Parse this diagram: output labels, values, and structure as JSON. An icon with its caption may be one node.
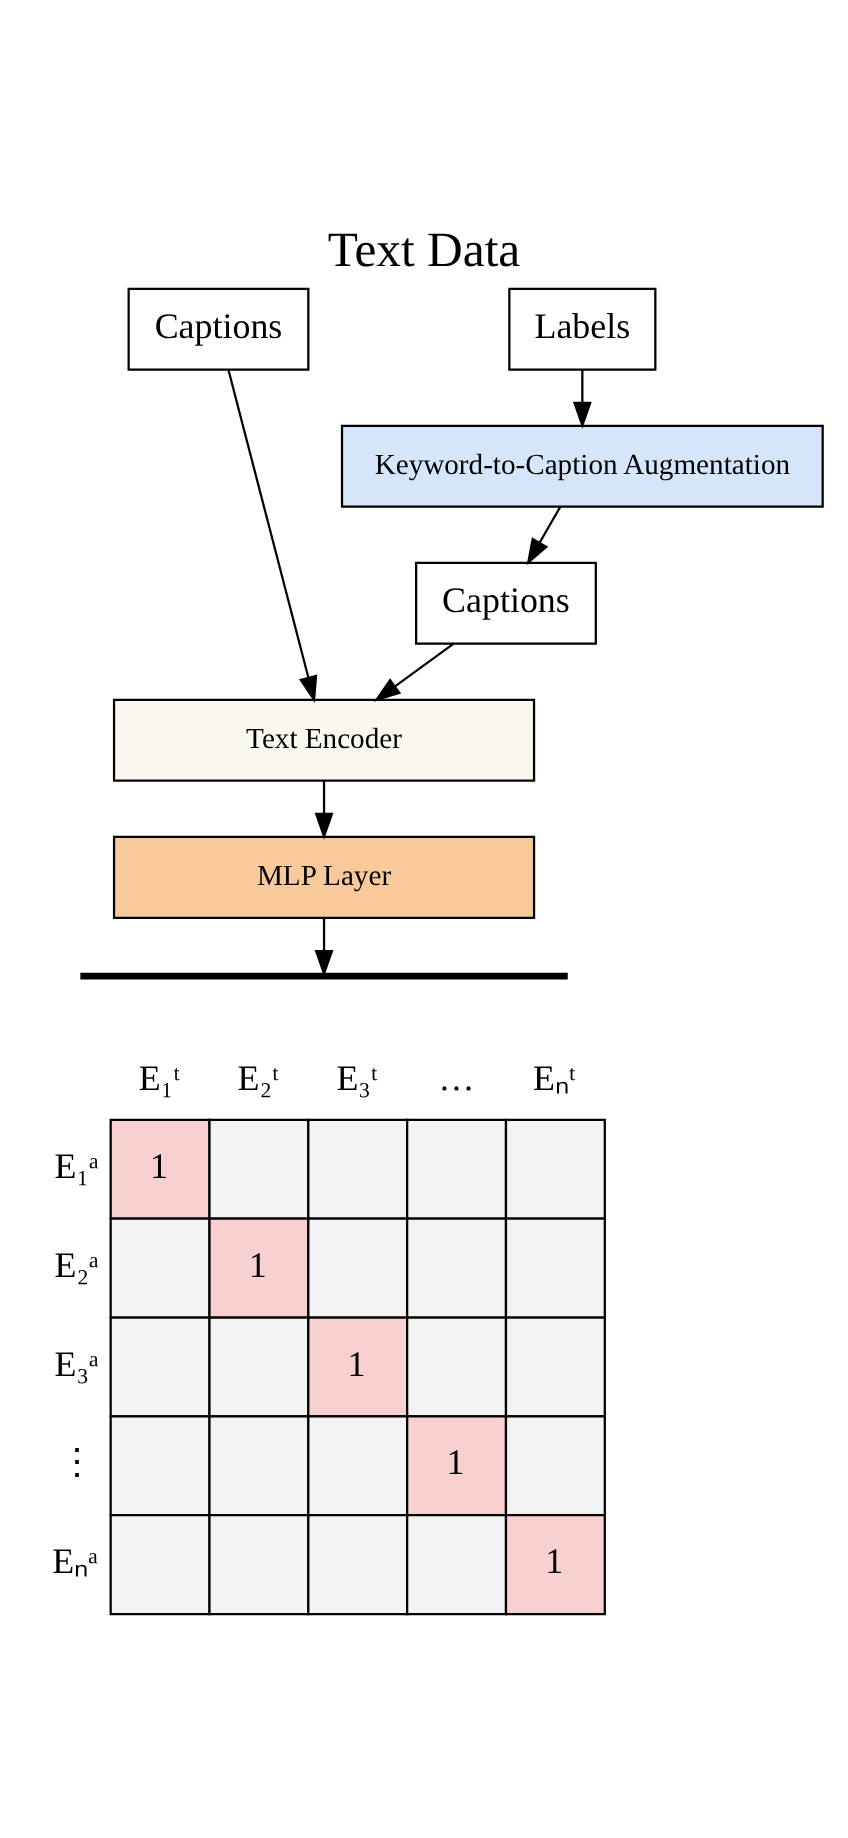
{
  "diagram": {
    "title": "Text Data",
    "nodes": [
      {
        "text": [
          "Captions"
        ]
      },
      {
        "text": [
          "Labels"
        ]
      },
      {
        "text": [
          "Keyword-to-Caption Augmentation"
        ]
      },
      {
        "text": [
          "Captions"
        ]
      },
      {
        "text": [
          "Text Encoder"
        ]
      },
      {
        "text": [
          "MLP Layer"
        ]
      },
      {
        "text": [],
        "shape": "bar"
      }
    ],
    "edges": [
      {
        "from": 1,
        "to": 2,
        "arrow": "to"
      },
      {
        "from": 2,
        "to": 3,
        "arrow": "to"
      },
      {
        "from": 0,
        "to": 4,
        "arrow": "to"
      },
      {
        "from": 3,
        "to": 4,
        "arrow": "to"
      },
      {
        "from": 4,
        "to": 5,
        "arrow": "to"
      },
      {
        "from": 5,
        "to": 6,
        "arrow": "to"
      }
    ],
    "labels": [
      "E₁ᵗ",
      "E₂ᵗ",
      "E₃ᵗ",
      "…",
      "Eₙᵗ",
      "E₁ᵃ",
      "1",
      "E₂ᵃ",
      "1",
      "E₃ᵃ",
      "1",
      "⋮",
      "1",
      "Eₙᵃ",
      "1"
    ]
  }
}
